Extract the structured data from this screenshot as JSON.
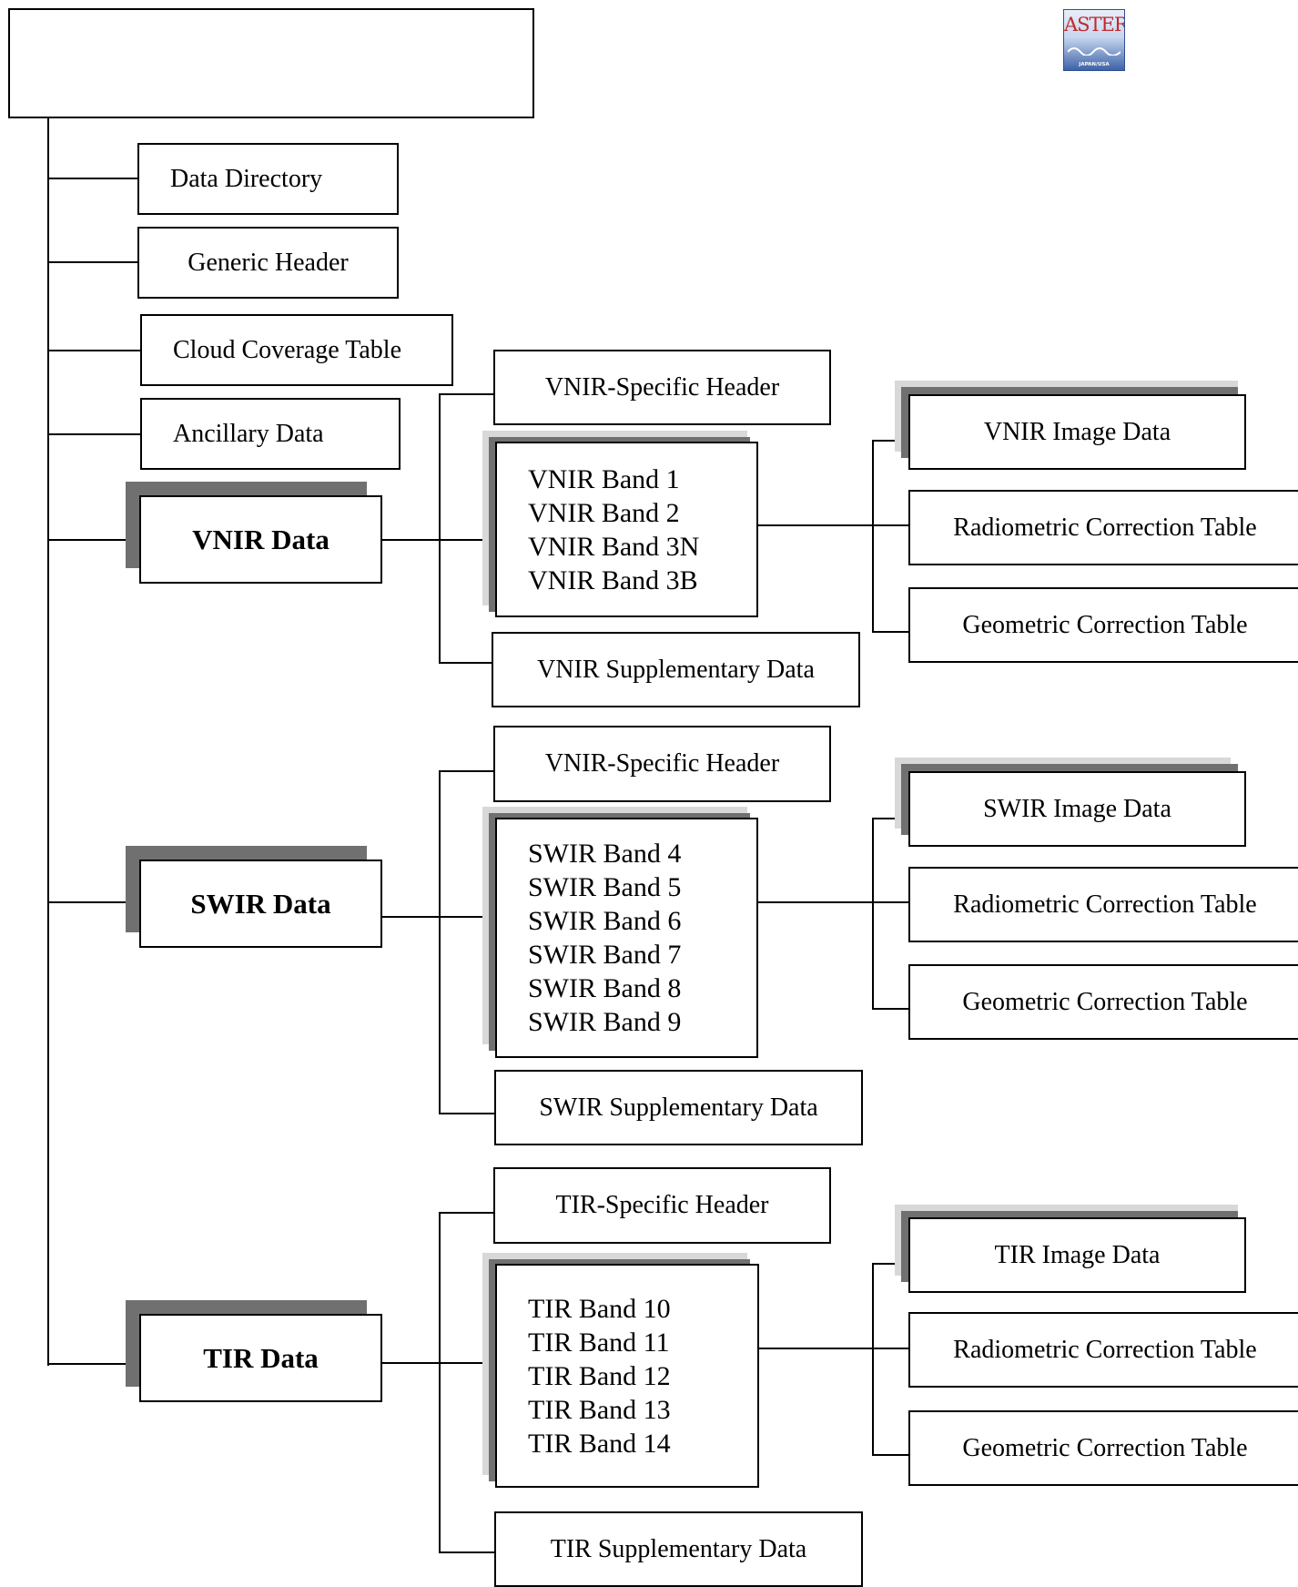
{
  "logo": {
    "text": "ASTER",
    "subtext": "JAPAN/USA"
  },
  "root": {
    "label": ""
  },
  "top_items": [
    {
      "label": "Data Directory"
    },
    {
      "label": "Generic Header"
    },
    {
      "label": "Cloud Coverage Table"
    },
    {
      "label": "Ancillary Data"
    }
  ],
  "groups": [
    {
      "label": "VNIR Data",
      "header": "VNIR-Specific Header",
      "bands": [
        "VNIR Band 1",
        "VNIR Band 2",
        "VNIR Band 3N",
        "VNIR Band 3B"
      ],
      "supplementary": "VNIR Supplementary Data",
      "image_data": "VNIR Image Data",
      "radiometric": "Radiometric Correction Table",
      "geometric": "Geometric Correction Table"
    },
    {
      "label": "SWIR Data",
      "header": "VNIR-Specific Header",
      "bands": [
        "SWIR Band 4",
        "SWIR Band 5",
        "SWIR Band 6",
        "SWIR Band 7",
        "SWIR Band 8",
        "SWIR Band 9"
      ],
      "supplementary": "SWIR Supplementary Data",
      "image_data": "SWIR Image Data",
      "radiometric": "Radiometric Correction Table",
      "geometric": "Geometric Correction Table"
    },
    {
      "label": "TIR Data",
      "header": "TIR-Specific Header",
      "bands": [
        "TIR Band 10",
        "TIR Band 11",
        "TIR Band 12",
        "TIR Band 13",
        "TIR Band 14"
      ],
      "supplementary": "TIR Supplementary Data",
      "image_data": "TIR Image Data",
      "radiometric": "Radiometric Correction Table",
      "geometric": "Geometric Correction Table"
    }
  ]
}
